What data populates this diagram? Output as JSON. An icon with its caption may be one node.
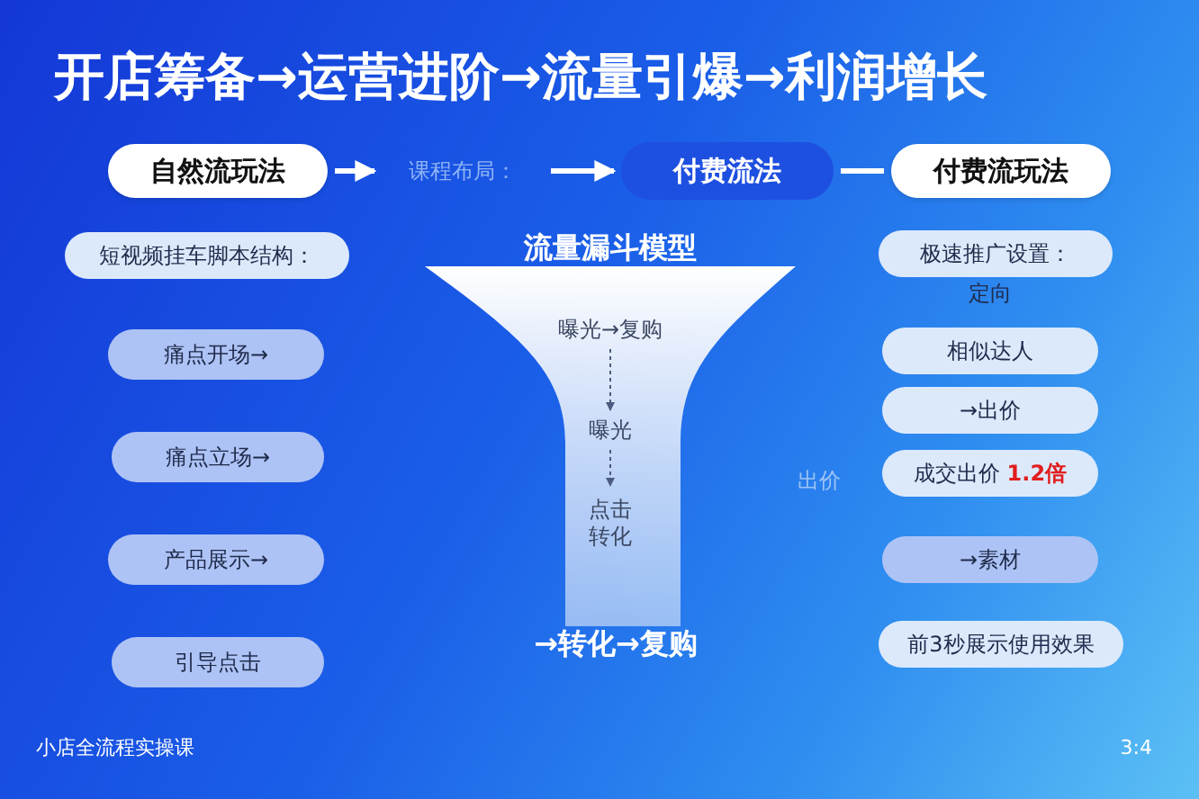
{
  "diagram": {
    "title": "开店筹备→运营进阶→流量引爆→利润增长",
    "nodes": [
      {
        "text": [
          "自然流玩法"
        ]
      },
      {
        "text": [
          "课程布局："
        ]
      },
      {
        "text": [
          "付费流法"
        ]
      },
      {
        "text": [
          "付费流玩法"
        ]
      },
      {
        "text": [
          "短视频挂车脚本结构："
        ]
      },
      {
        "text": [
          "痛点开场→"
        ]
      },
      {
        "text": [
          "痛点立场→"
        ]
      },
      {
        "text": [
          "产品展示→"
        ]
      },
      {
        "text": [
          "引导点击"
        ]
      },
      {
        "text": [
          "流量漏斗模型"
        ]
      },
      {
        "text": [
          "曝光→复购"
        ],
        "in": 9
      },
      {
        "text": [
          "曝光"
        ],
        "in": 9
      },
      {
        "text": [
          "点击转化"
        ],
        "in": 9
      },
      {
        "text": [
          "极速推广设置："
        ]
      },
      {
        "text": [
          "相似达人"
        ]
      },
      {
        "text": [
          "→出价"
        ]
      },
      {
        "text": [
          "成交出价 **1.2倍**"
        ]
      },
      {
        "text": [
          "→素材"
        ]
      },
      {
        "text": [
          "前3秒展示使用效果"
        ]
      }
    ],
    "edges": [
      {
        "from": 0,
        "to": 1,
        "arrow": "to"
      },
      {
        "from": 1,
        "to": 2,
        "arrow": "to"
      },
      {
        "from": 2,
        "to": 3,
        "arrow": "none"
      },
      {
        "from": 10,
        "to": 11,
        "arrow": "to",
        "style": "dashed",
        "color": "#4a5a80"
      },
      {
        "from": 11,
        "to": 12,
        "arrow": "to",
        "style": "dashed",
        "color": "#4a5a80"
      }
    ],
    "labels": [
      "→转化→复购",
      "定向",
      "出价",
      "小店全流程实操课",
      "3:4"
    ]
  }
}
